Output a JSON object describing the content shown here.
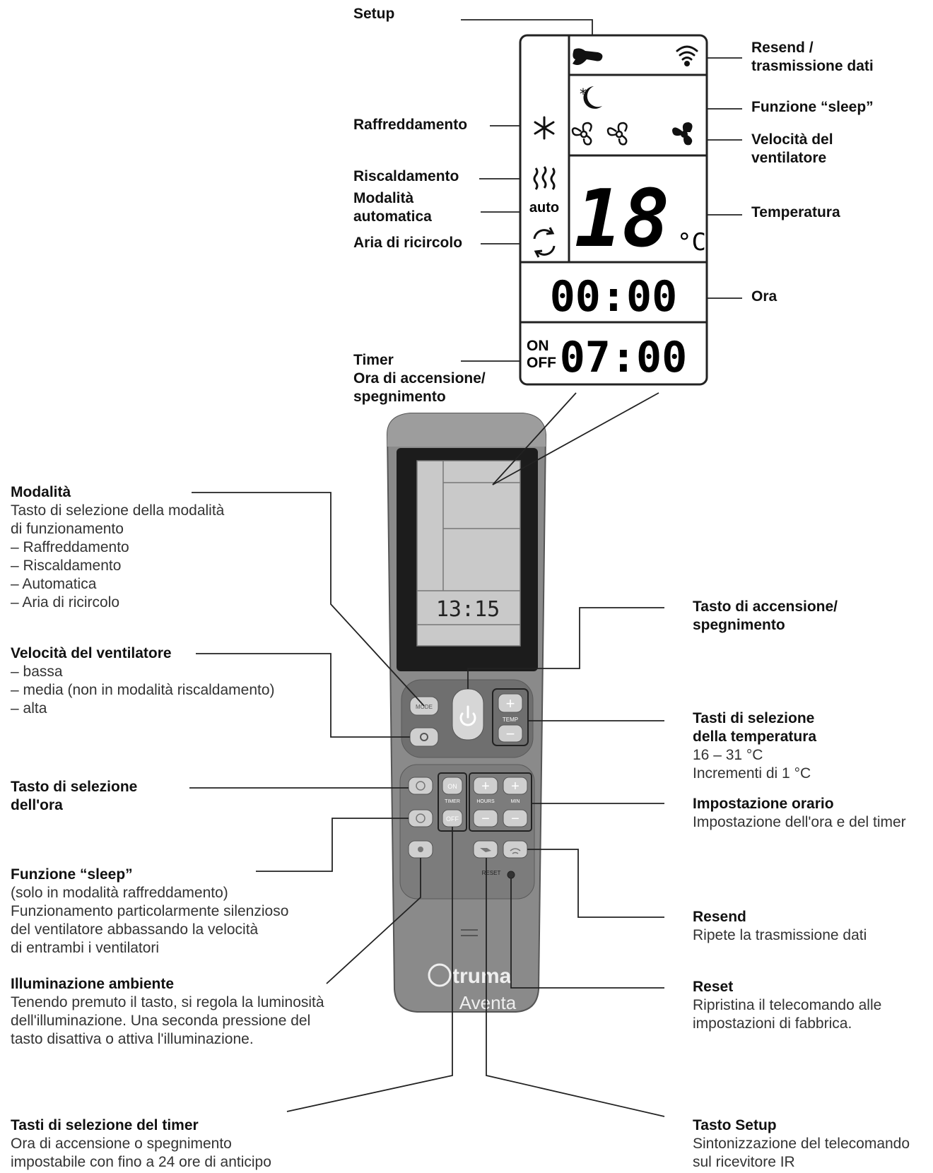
{
  "display": {
    "time": "00:00",
    "timer_on": "ON",
    "timer_off": "OFF",
    "timer_time": "07:00",
    "temperature": "18",
    "unit": "°C",
    "auto": "auto"
  },
  "remote": {
    "screen_time": "13:15",
    "brand": "truma",
    "model": "Aventa",
    "buttons": {
      "mode": "MODE",
      "temp": "TEMP",
      "plus": "+",
      "minus": "−",
      "timer_on": "ON",
      "timer": "TIMER",
      "timer_off": "OFF",
      "hours": "HOURS",
      "min": "MIN",
      "reset": "RESET"
    }
  },
  "callouts": {
    "setup": "Setup",
    "resend_top": [
      "Resend /",
      "trasmissione dati"
    ],
    "sleep_top": "Funzione “sleep”",
    "fan_top": [
      "Velocità del",
      "ventilatore"
    ],
    "temperature": "Temperatura",
    "time": "Ora",
    "cooling": "Raffreddamento",
    "heating": "Riscaldamento",
    "auto_mode": [
      "Modalità",
      "automatica"
    ],
    "recirc": "Aria di ricircolo",
    "timer": [
      "Timer",
      "Ora di accensione/",
      "spegnimento"
    ]
  },
  "left": {
    "mode": {
      "title": "Modalità",
      "lines": [
        "Tasto di selezione della modalità",
        "di funzionamento",
        "– Raffreddamento",
        "– Riscaldamento",
        "– Automatica",
        "– Aria di ricircolo"
      ]
    },
    "fan": {
      "title": "Velocità del ventilatore",
      "lines": [
        "– bassa",
        "– media (non in modalità riscaldamento)",
        "– alta"
      ]
    },
    "clock": {
      "title": [
        "Tasto di selezione",
        "dell'ora"
      ]
    },
    "sleep": {
      "title": "Funzione “sleep”",
      "lines": [
        "(solo in modalità raffreddamento)",
        "Funzionamento particolarmente silenzioso",
        "del ventilatore abbassando la velocità",
        "di entrambi i ventilatori"
      ]
    },
    "light": {
      "title": "Illuminazione ambiente",
      "lines": [
        "Tenendo premuto il tasto, si regola la luminosità",
        "dell'illuminazione. Una seconda pressione del",
        "tasto disattiva o attiva l'illuminazione."
      ]
    },
    "timer": {
      "title": "Tasti di selezione del timer",
      "lines": [
        "Ora di accensione o spegnimento",
        "impostabile con fino a 24 ore di anticipo"
      ]
    }
  },
  "right": {
    "power": {
      "title": [
        "Tasto di accensione/",
        "spegnimento"
      ]
    },
    "temp": {
      "title": [
        "Tasti di selezione",
        "della temperatura"
      ],
      "lines": [
        "16 – 31 °C",
        "Incrementi di 1 °C"
      ]
    },
    "clockset": {
      "title": "Impostazione orario",
      "lines": [
        "Impostazione dell'ora e del timer"
      ]
    },
    "resend": {
      "title": "Resend",
      "lines": [
        "Ripete la trasmissione dati"
      ]
    },
    "reset": {
      "title": "Reset",
      "lines": [
        "Ripristina il telecomando alle",
        "impostazioni di fabbrica."
      ]
    },
    "setup": {
      "title": "Tasto Setup",
      "lines": [
        "Sintonizzazione del telecomando",
        "sul ricevitore IR"
      ]
    }
  }
}
